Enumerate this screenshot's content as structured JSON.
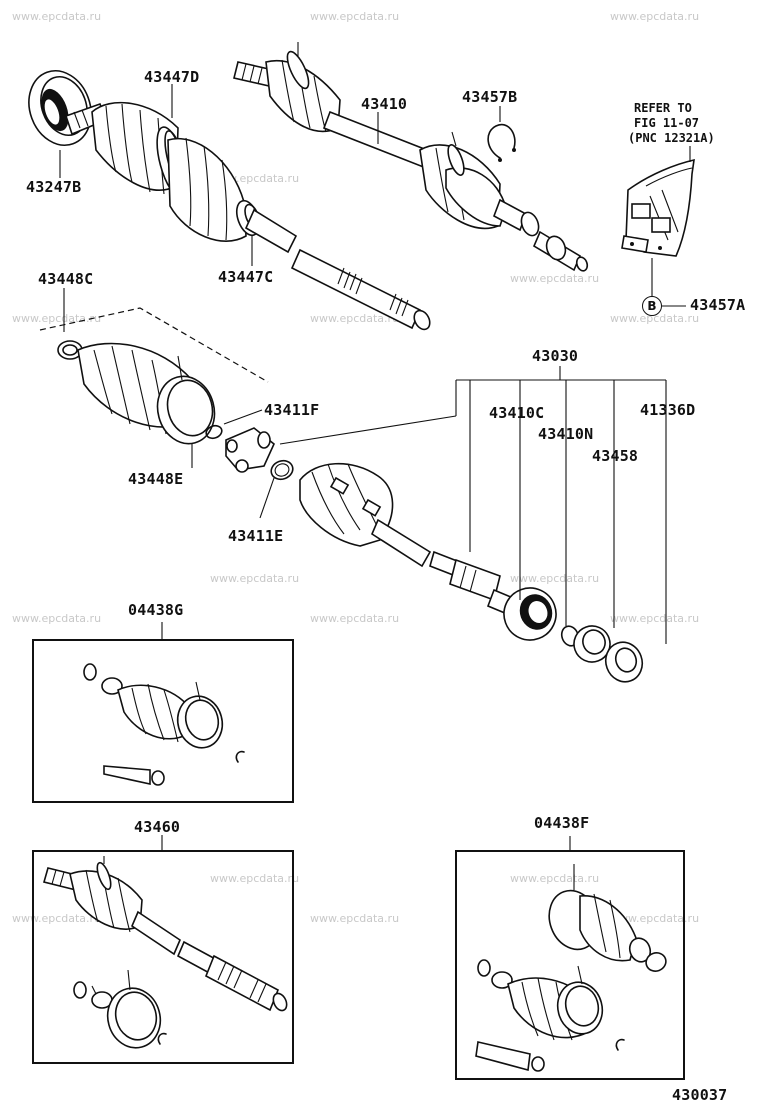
{
  "watermark": "www.epcdata.ru",
  "figure_number": "430037",
  "reference_note": {
    "line1": "REFER TO",
    "line2": "FIG 11-07",
    "line3": "(PNC 12321A)"
  },
  "circle_marker": "B",
  "parts": {
    "p43447D": "43447D",
    "p43247B": "43247B",
    "p43447C": "43447C",
    "p43410": "43410",
    "p43457B": "43457B",
    "p43457A": "43457A",
    "p43448C": "43448C",
    "p43411F": "43411F",
    "p43448E": "43448E",
    "p43411E": "43411E",
    "p43030": "43030",
    "p43410C": "43410C",
    "p43410N": "43410N",
    "p43458": "43458",
    "p41336D": "41336D",
    "p04438G": "04438G",
    "p43460": "43460",
    "p04438F": "04438F"
  }
}
